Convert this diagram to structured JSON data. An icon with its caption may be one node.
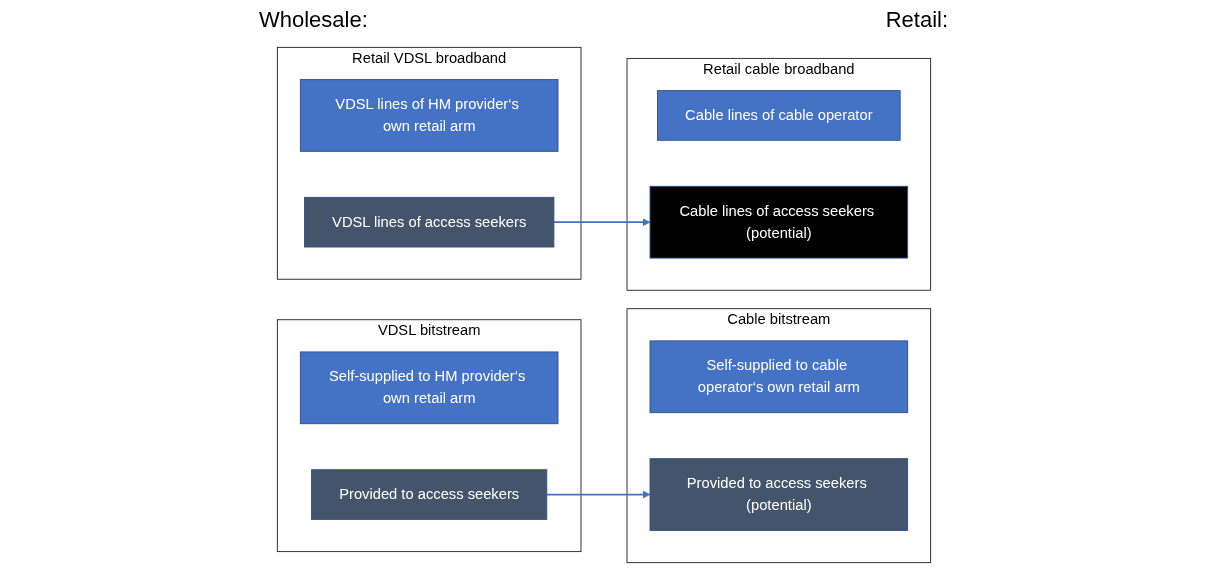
{
  "diagram": {
    "nodes": [
      {
        "text": [
          "VDSL bitstream"
        ]
      },
      {
        "text": [
          "Self-supplied to HM provider‘s own retail arm"
        ],
        "in": 0
      },
      {
        "text": [
          "Provided to access seekers"
        ],
        "in": 0
      },
      {
        "text": [
          "Cable bitstream"
        ]
      },
      {
        "text": [
          "Self-supplied to cable operator‘s own retail arm"
        ],
        "in": 3
      },
      {
        "text": [
          "Provided to access seekers (potential)"
        ],
        "in": 3
      },
      {
        "text": [
          "Retail VDSL broadband"
        ]
      },
      {
        "text": [
          "VDSL lines of HM provider‘s own retail arm"
        ],
        "in": 6
      },
      {
        "text": [
          "VDSL lines of access seekers"
        ],
        "in": 6
      },
      {
        "text": [
          "Retail cable broadband"
        ]
      },
      {
        "text": [
          "Cable lines of cable operator"
        ],
        "in": 9
      },
      {
        "text": [
          "Cable lines of access seekers (potential)"
        ],
        "in": 9
      }
    ],
    "edges": [
      {
        "from": 2,
        "to": 5,
        "arrow": "to"
      },
      {
        "from": 8,
        "to": 11,
        "arrow": "to"
      }
    ],
    "labels": [
      "Wholesale:",
      "Retail:"
    ]
  }
}
